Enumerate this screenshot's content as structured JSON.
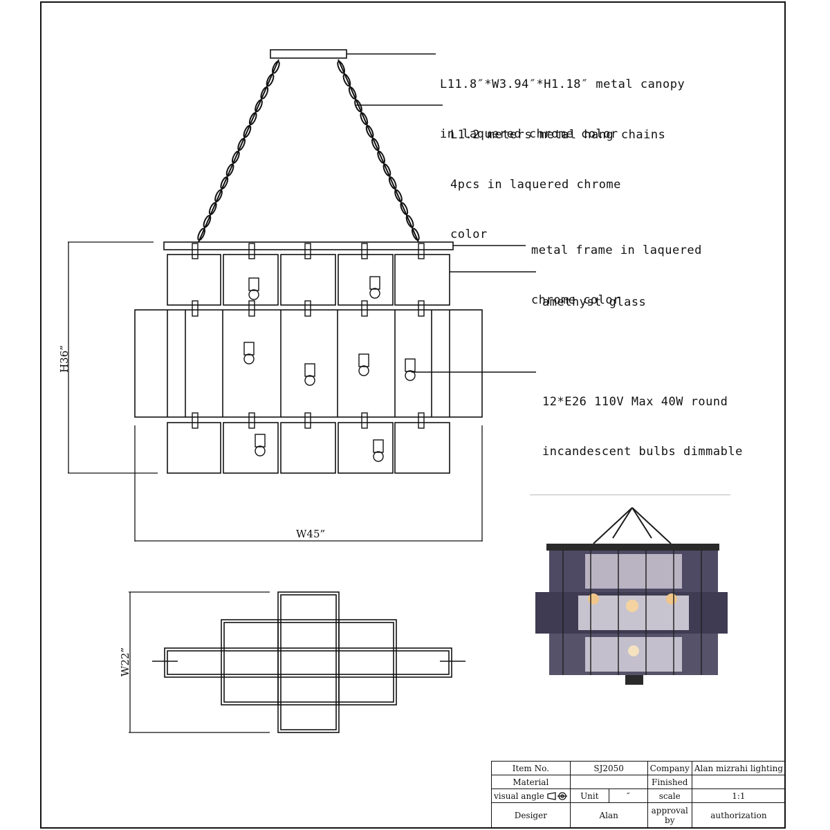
{
  "callouts": {
    "canopy": [
      "L11.8″*W3.94″*H1.18″ metal canopy",
      "in laquered chrome color"
    ],
    "chains": [
      "L1.2 meters metal hang chains",
      "4pcs in laquered chrome",
      "color"
    ],
    "frame": [
      "metal frame in laquered",
      "chrome color"
    ],
    "glass": [
      "amethyst glass"
    ],
    "bulbs": [
      "12*E26 110V Max 40W round",
      "incandescent bulbs dimmable"
    ]
  },
  "dimensions": {
    "height": "H36”",
    "width": "W45”",
    "depth": "W22”"
  },
  "title_block": {
    "item_no_label": "Item No.",
    "item_no": "SJ2050",
    "company_label": "Company",
    "company": "Alan mizrahi lighting",
    "material_label": "Material",
    "material": "",
    "finished_label": "Finished",
    "finished": "",
    "visual_angle_label": "visual angle",
    "unit_label": "Unit",
    "unit": "″",
    "scale_label": "scale",
    "scale": "1:1",
    "designer_label": "Desiger",
    "designer": "Alan",
    "approval_label": "approval by",
    "approval": "",
    "authorization_label": "authorization"
  },
  "colors": {
    "line": "#111111",
    "glass_photo": "#3a3550"
  },
  "icons": [
    "projection-symbol-icon"
  ]
}
